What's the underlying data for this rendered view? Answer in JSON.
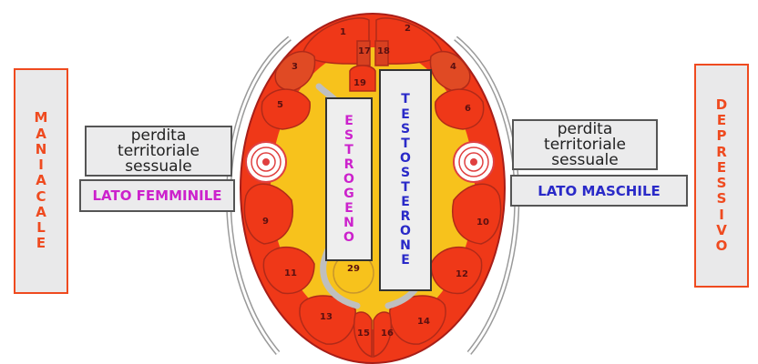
{
  "left_box": {
    "word": "MANIACALE",
    "color": "#ef4a1f"
  },
  "right_box": {
    "word": "DEPRESSIVO",
    "color": "#ef4a1f"
  },
  "left_territorial": [
    "perdita",
    "territoriale",
    "sessuale"
  ],
  "right_territorial": [
    "perdita",
    "territoriale",
    "sessuale"
  ],
  "left_side_label": {
    "text": "LATO FEMMINILE",
    "color": "#cc22cc"
  },
  "right_side_label": {
    "text": "LATO MASCHILE",
    "color": "#2a2ac8"
  },
  "estrogen": {
    "word": "ESTROGENO",
    "color": "#cc22cc"
  },
  "testosterone": {
    "word": "TESTOSTERONE",
    "color": "#2a2ac8"
  },
  "regions": [
    "1",
    "2",
    "3",
    "4",
    "5",
    "6",
    "9",
    "10",
    "11",
    "12",
    "13",
    "14",
    "15",
    "16",
    "17",
    "18",
    "19",
    "29"
  ],
  "colors": {
    "outer_red": "#ef3818",
    "inner_yellow": "#f7c21c",
    "dark_red": "#a81e18",
    "outline": "#8a8a8a"
  }
}
